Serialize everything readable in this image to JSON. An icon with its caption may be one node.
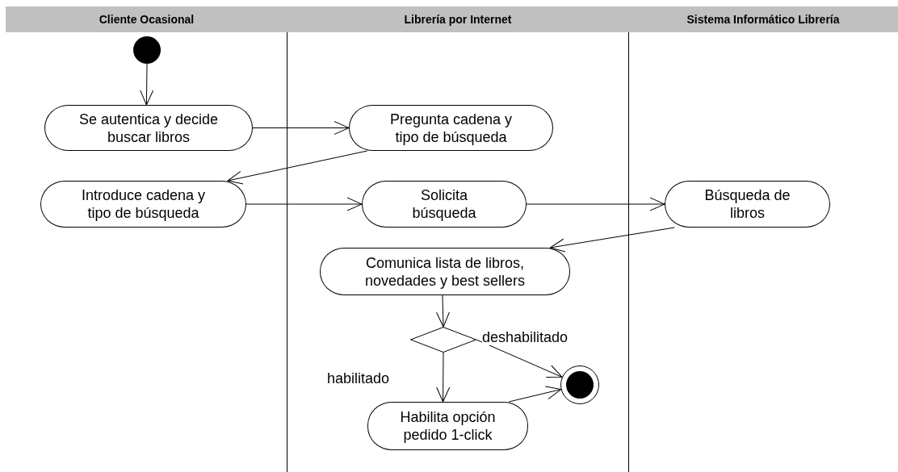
{
  "diagram": {
    "nodes": [
      {
        "text": [
          "Cliente Ocasional"
        ]
      },
      {
        "text": [
          "Librería por Internet"
        ]
      },
      {
        "text": [
          "Sistema Informático Librería"
        ]
      },
      {
        "text": [],
        "shape": "circle",
        "in": 0
      },
      {
        "text": [
          "Se autentica y decide buscar libros"
        ],
        "in": 0
      },
      {
        "text": [
          "Pregunta cadena y tipo de búsqueda"
        ],
        "in": 1
      },
      {
        "text": [
          "Introduce cadena y tipo de búsqueda"
        ],
        "in": 0
      },
      {
        "text": [
          "Solicita búsqueda"
        ],
        "in": 1
      },
      {
        "text": [
          "Búsqueda de libros"
        ],
        "in": 2
      },
      {
        "text": [
          "Comunica lista de libros, novedades y best sellers"
        ],
        "in": 1
      },
      {
        "text": [],
        "shape": "diamond",
        "in": 1
      },
      {
        "text": [],
        "shape": "circle",
        "in": 1
      },
      {
        "text": [
          "Habilita opción pedido 1-click"
        ],
        "in": 1
      }
    ],
    "edges": [
      {
        "from": 3,
        "to": 4,
        "arrow": "to"
      },
      {
        "from": 4,
        "to": 5,
        "arrow": "to"
      },
      {
        "from": 5,
        "to": 6,
        "arrow": "to"
      },
      {
        "from": 6,
        "to": 7,
        "arrow": "to"
      },
      {
        "from": 7,
        "to": 8,
        "arrow": "to"
      },
      {
        "from": 8,
        "to": 9,
        "arrow": "to"
      },
      {
        "from": 9,
        "to": 10,
        "arrow": "to"
      },
      {
        "from": 10,
        "to": 11,
        "label": "deshabilitado",
        "arrow": "to"
      },
      {
        "from": 10,
        "to": 12,
        "label": "habilitado",
        "arrow": "to"
      },
      {
        "from": 12,
        "to": 11,
        "arrow": "to"
      }
    ]
  }
}
